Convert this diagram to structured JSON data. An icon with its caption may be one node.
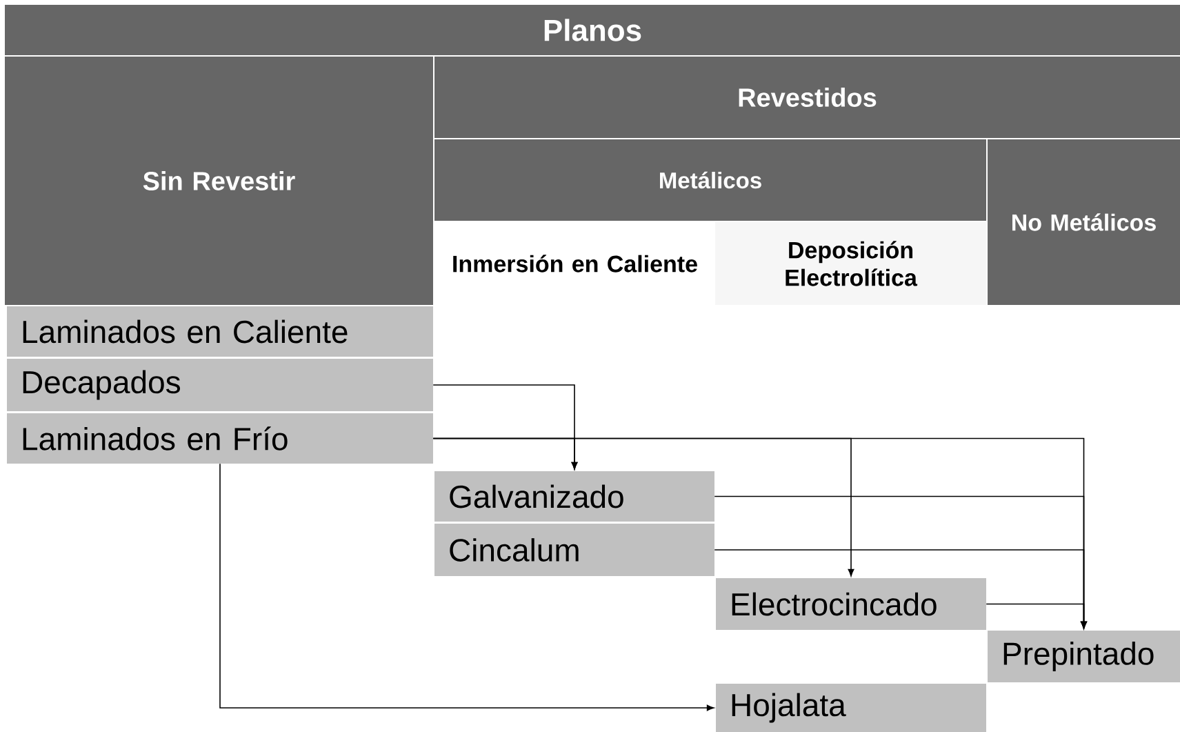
{
  "diagram": {
    "nodes": [
      {
        "text": [
          "Planos"
        ]
      },
      {
        "text": [
          "Sin Revestir"
        ]
      },
      {
        "text": [
          "Revestidos"
        ]
      },
      {
        "text": [
          "Metálicos"
        ]
      },
      {
        "text": [
          "No Metálicos"
        ]
      },
      {
        "text": [
          "Inmersión en Caliente"
        ]
      },
      {
        "text": [
          "Deposición Electrolítica"
        ]
      },
      {
        "text": [
          "Laminados en Caliente"
        ]
      },
      {
        "text": [
          "Decapados"
        ]
      },
      {
        "text": [
          "Laminados en Frío"
        ]
      },
      {
        "text": [
          "Galvanizado"
        ]
      },
      {
        "text": [
          "Cincalum"
        ]
      },
      {
        "text": [
          "Electrocincado"
        ]
      },
      {
        "text": [
          "Prepintado"
        ]
      },
      {
        "text": [
          "Hojalata"
        ]
      }
    ],
    "edges": [
      {
        "from": 8,
        "to": 10,
        "arrow": "to"
      },
      {
        "from": 9,
        "to": 10,
        "arrow": "to"
      },
      {
        "from": 9,
        "to": 12,
        "arrow": "to"
      },
      {
        "from": 9,
        "to": 13,
        "arrow": "to"
      },
      {
        "from": 10,
        "to": 13,
        "arrow": "to"
      },
      {
        "from": 11,
        "to": 13,
        "arrow": "to"
      },
      {
        "from": 12,
        "to": 13,
        "arrow": "to"
      },
      {
        "from": 9,
        "to": 14,
        "arrow": "to"
      }
    ]
  }
}
